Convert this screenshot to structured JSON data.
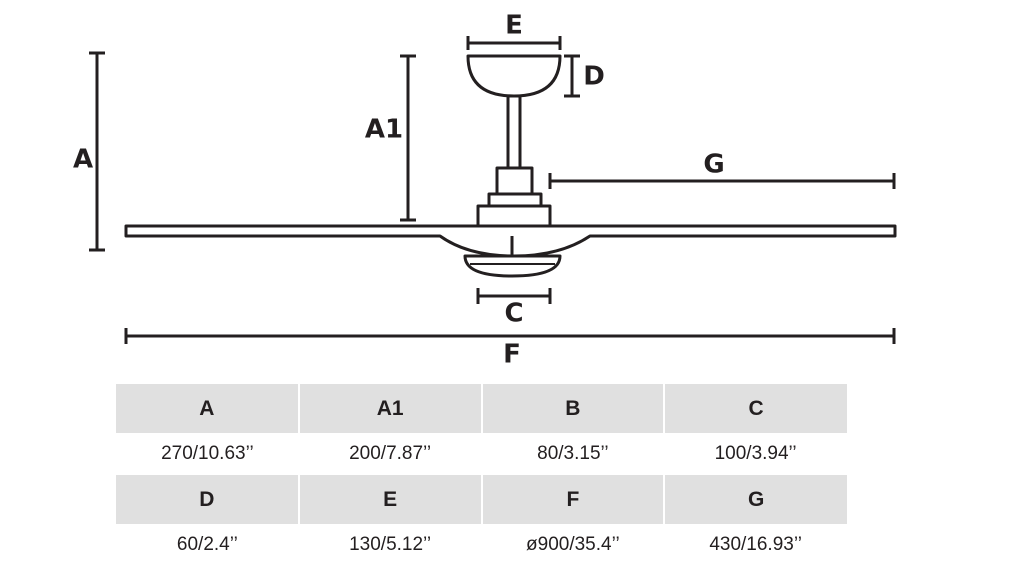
{
  "diagram": {
    "labels": {
      "a": "A",
      "a1": "A1",
      "c": "C",
      "d": "D",
      "e": "E",
      "f": "F",
      "g": "G"
    }
  },
  "table": {
    "row1_headers": [
      "A",
      "A1",
      "B",
      "C"
    ],
    "row1_values": [
      "270/10.63’’",
      "200/7.87’’",
      "80/3.15’’",
      "100/3.94’’"
    ],
    "row2_headers": [
      "D",
      "E",
      "F",
      "G"
    ],
    "row2_values": [
      "60/2.4’’",
      "130/5.12’’",
      "ø900/35.4’’",
      "430/16.93’’"
    ]
  }
}
